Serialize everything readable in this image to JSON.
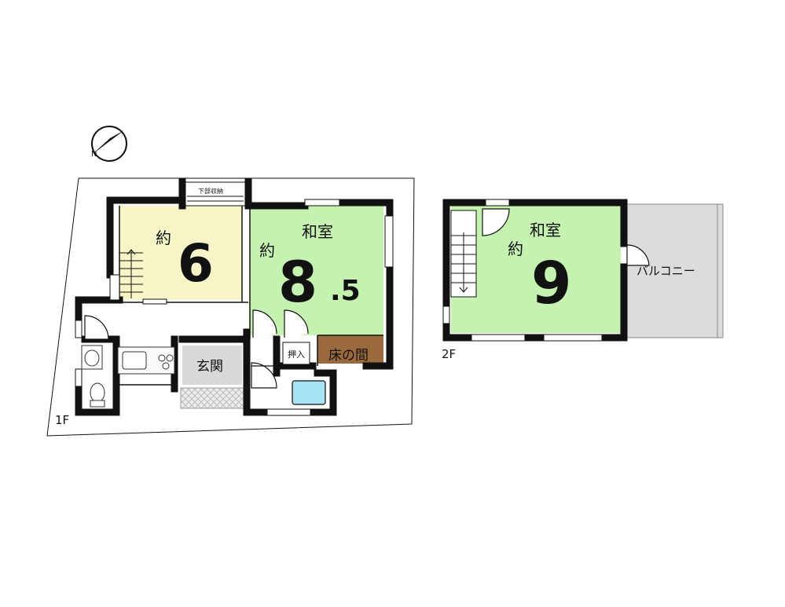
{
  "compass": {
    "north_letter": "N"
  },
  "floor1": {
    "label": "1F",
    "storage_label": "下部収納",
    "room6": {
      "prefix": "約",
      "size": "6"
    },
    "washitsu85": {
      "name": "和室",
      "prefix": "約",
      "size_int": "8",
      "size_dec": ".5"
    },
    "oshiire": "押入",
    "tokonoma": "床の間",
    "genkan": "玄関"
  },
  "floor2": {
    "label": "2F",
    "washitsu9": {
      "name": "和室",
      "prefix": "約",
      "size": "9"
    },
    "balcony": "バルコニー"
  },
  "colors": {
    "wall": "#111111",
    "yellow_room": "#f7f5c8",
    "green_room": "#c5f2b0",
    "balcony": "#dcdcdc",
    "tokonoma": "#9b6a3c",
    "bath": "#a6e4f5",
    "genkan": "#d8d8d8"
  }
}
